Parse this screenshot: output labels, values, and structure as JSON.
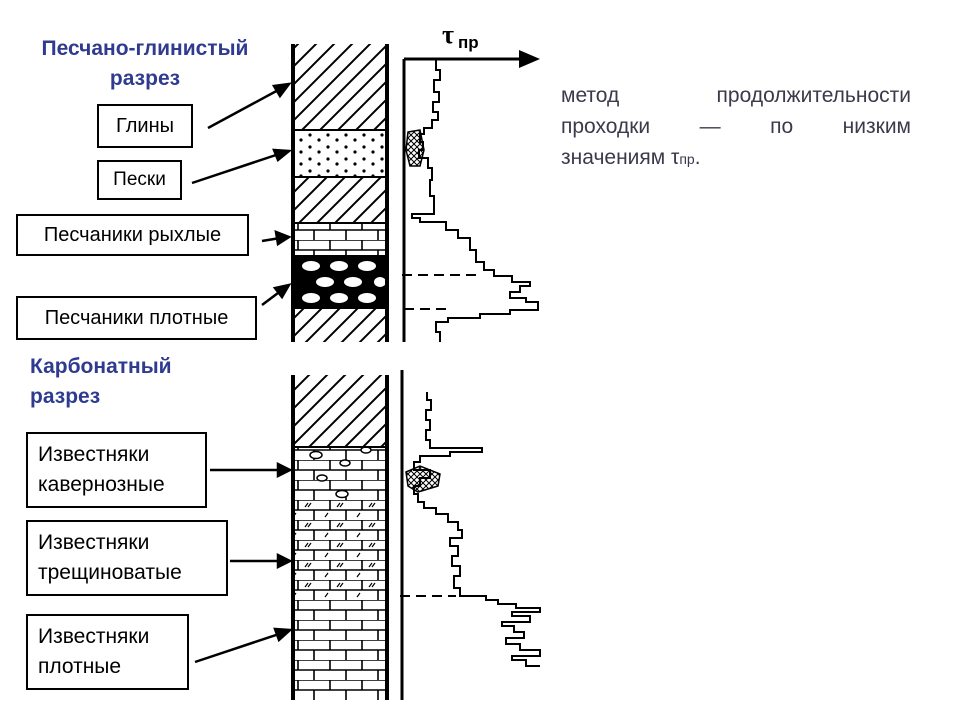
{
  "sandy_clay": {
    "title_line1": "Песчано-глинистый",
    "title_line2": "разрез",
    "labels": [
      "Глины",
      "Пески",
      "Песчаники рыхлые",
      "Песчаники плотные"
    ]
  },
  "carbonate": {
    "title_line1": "Карбонатный",
    "title_line2": "разрез",
    "labels": [
      {
        "line1": "Известняки",
        "line2": "кавернозные"
      },
      {
        "line1": "Известняки",
        "line2": "трещиноватые"
      },
      {
        "line1": "Известняки",
        "line2": "плотные"
      }
    ]
  },
  "axis": {
    "symbol": "τ",
    "subscript": "пр"
  },
  "description": {
    "line1": "метод продолжительности",
    "line2": "проходки — по низким",
    "line3": "значениям τ",
    "line3_sub": "пр",
    "line3_end": "."
  },
  "colors": {
    "title": "#2f3b8f",
    "text": "#3a3a4a"
  }
}
